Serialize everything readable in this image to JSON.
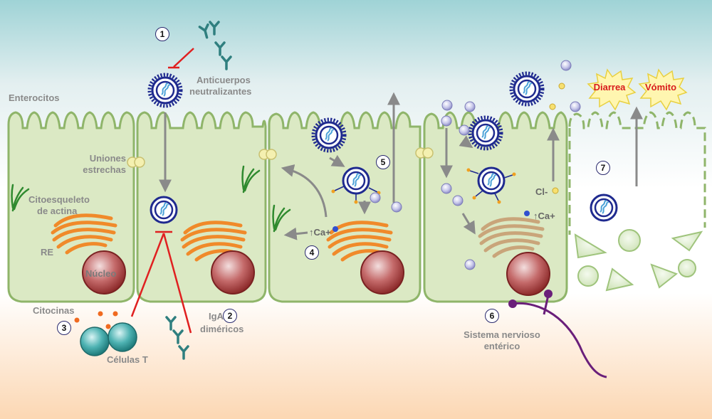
{
  "labels": {
    "enterocytes": "Enterocitos",
    "tight_junctions_1": "Uniones",
    "tight_junctions_2": "estrechas",
    "actin_1": "Citoesqueleto",
    "actin_2": "de actina",
    "er": "RE",
    "nucleus": "Núcleo",
    "cytokines": "Citocinas",
    "t_cells": "Células T",
    "antibodies_1": "Anticuerpos",
    "antibodies_2": "neutralizantes",
    "iga_1": "IgA",
    "iga_2": "diméricos",
    "calcium_a": "Ca+",
    "calcium_b": "Ca+",
    "chloride": "Cl-",
    "ens_1": "Sistema nervioso",
    "ens_2": "entérico",
    "diarrhea": "Diarrea",
    "vomit": "Vómito"
  },
  "steps": [
    "1",
    "2",
    "3",
    "4",
    "5",
    "6",
    "7"
  ],
  "colors": {
    "cell_fill": "#dbe9c4",
    "cell_stroke": "#8fb56a",
    "er": "#f08a2a",
    "er_inactive": "#c9a57a",
    "nucleus": "#b03a3a",
    "virus_coat": "#1f2a8f",
    "antibody": "#2f7f7f",
    "inhibit": "#e02020",
    "nerve": "#6a1f7a",
    "burst_text": "#d81b1b"
  },
  "icons": [
    "rotavirus-icon",
    "antibody-icon",
    "t-cell-icon",
    "nerve-fiber-icon",
    "actin-filament-icon"
  ]
}
